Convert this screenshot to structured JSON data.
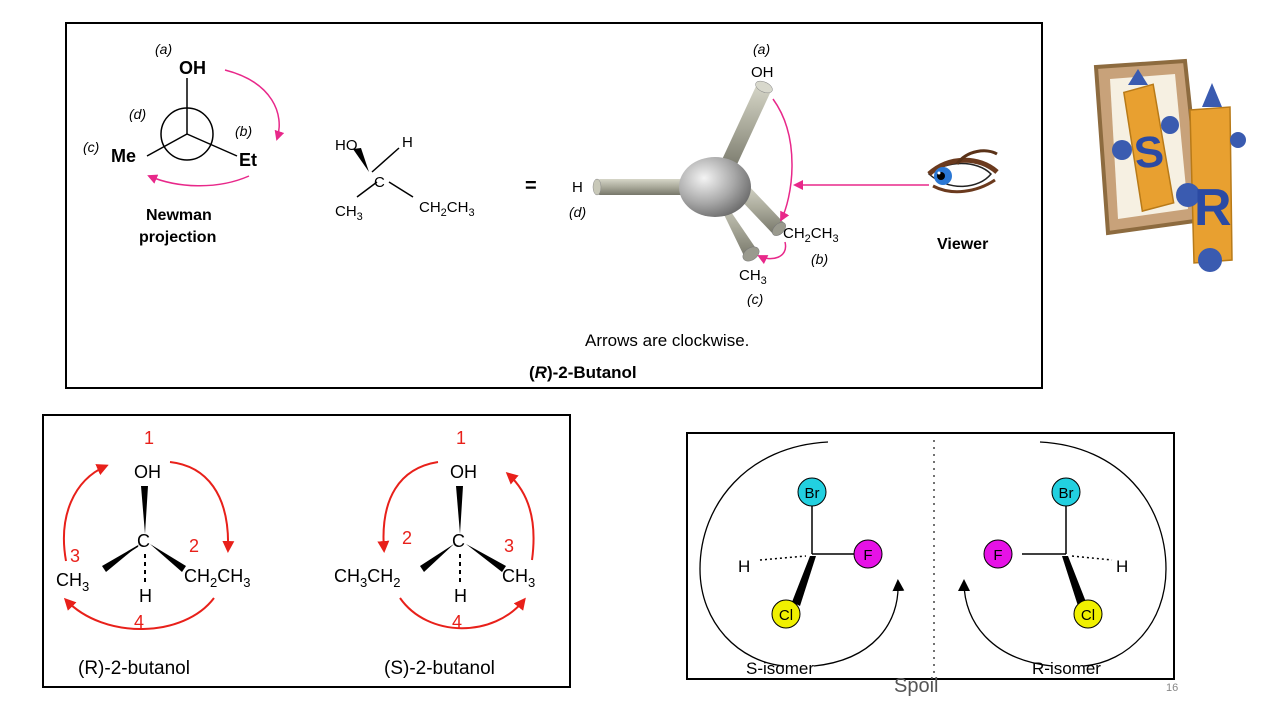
{
  "top_panel": {
    "newman": {
      "label_a": "(a)",
      "oh": "OH",
      "label_d": "(d)",
      "label_b": "(b)",
      "label_c": "(c)",
      "me": "Me",
      "et": "Et",
      "caption_line1": "Newman",
      "caption_line2": "projection"
    },
    "structure": {
      "ho": "HO",
      "h": "H",
      "c": "C",
      "ch3": "CH",
      "ch3_sub": "3",
      "ch2ch3_a": "CH",
      "ch2ch3_sub1": "2",
      "ch2ch3_b": "CH",
      "ch2ch3_sub2": "3",
      "equals": "="
    },
    "model": {
      "label_a": "(a)",
      "oh": "OH",
      "h": "H",
      "label_d": "(d)",
      "ethyl_a": "CH",
      "ethyl_sub1": "2",
      "ethyl_b": "CH",
      "ethyl_sub2": "3",
      "label_b": "(b)",
      "methyl": "CH",
      "methyl_sub": "3",
      "label_c": "(c)",
      "viewer": "Viewer"
    },
    "arrows_caption": "Arrows are clockwise.",
    "title_prefix": "(",
    "title_r": "R",
    "title_suffix": ")-2-Butanol"
  },
  "logo": {
    "letter_s": "S",
    "letter_r": "R"
  },
  "bottom_left": {
    "r": {
      "p1": "1",
      "p2": "2",
      "p3": "3",
      "p4": "4",
      "oh": "OH",
      "c": "C",
      "h": "H",
      "ch3": "CH",
      "ch3_sub": "3",
      "ethyl_a": "CH",
      "ethyl_sub1": "2",
      "ethyl_b": "CH",
      "ethyl_sub2": "3",
      "caption": "(R)-2-butanol"
    },
    "s": {
      "p1": "1",
      "p2": "2",
      "p3": "3",
      "p4": "4",
      "oh": "OH",
      "c": "C",
      "h": "H",
      "ethyl_a": "CH",
      "ethyl_sub1": "3",
      "ethyl_b": "CH",
      "ethyl_sub2": "2",
      "ch3": "CH",
      "ch3_sub": "3",
      "caption": "(S)-2-butanol"
    }
  },
  "bottom_right": {
    "left": {
      "br": "Br",
      "f": "F",
      "cl": "Cl",
      "h": "H",
      "label": "S-isomer"
    },
    "right": {
      "br": "Br",
      "f": "F",
      "cl": "Cl",
      "h": "H",
      "label": "R-isomer"
    },
    "cut_text": "Spoil",
    "colors": {
      "br": "#22d0e0",
      "f": "#e612e6",
      "cl": "#f0f000",
      "arrow_pink": "#e8288a",
      "arrow_red": "#e8201a"
    }
  },
  "page_number": "16"
}
